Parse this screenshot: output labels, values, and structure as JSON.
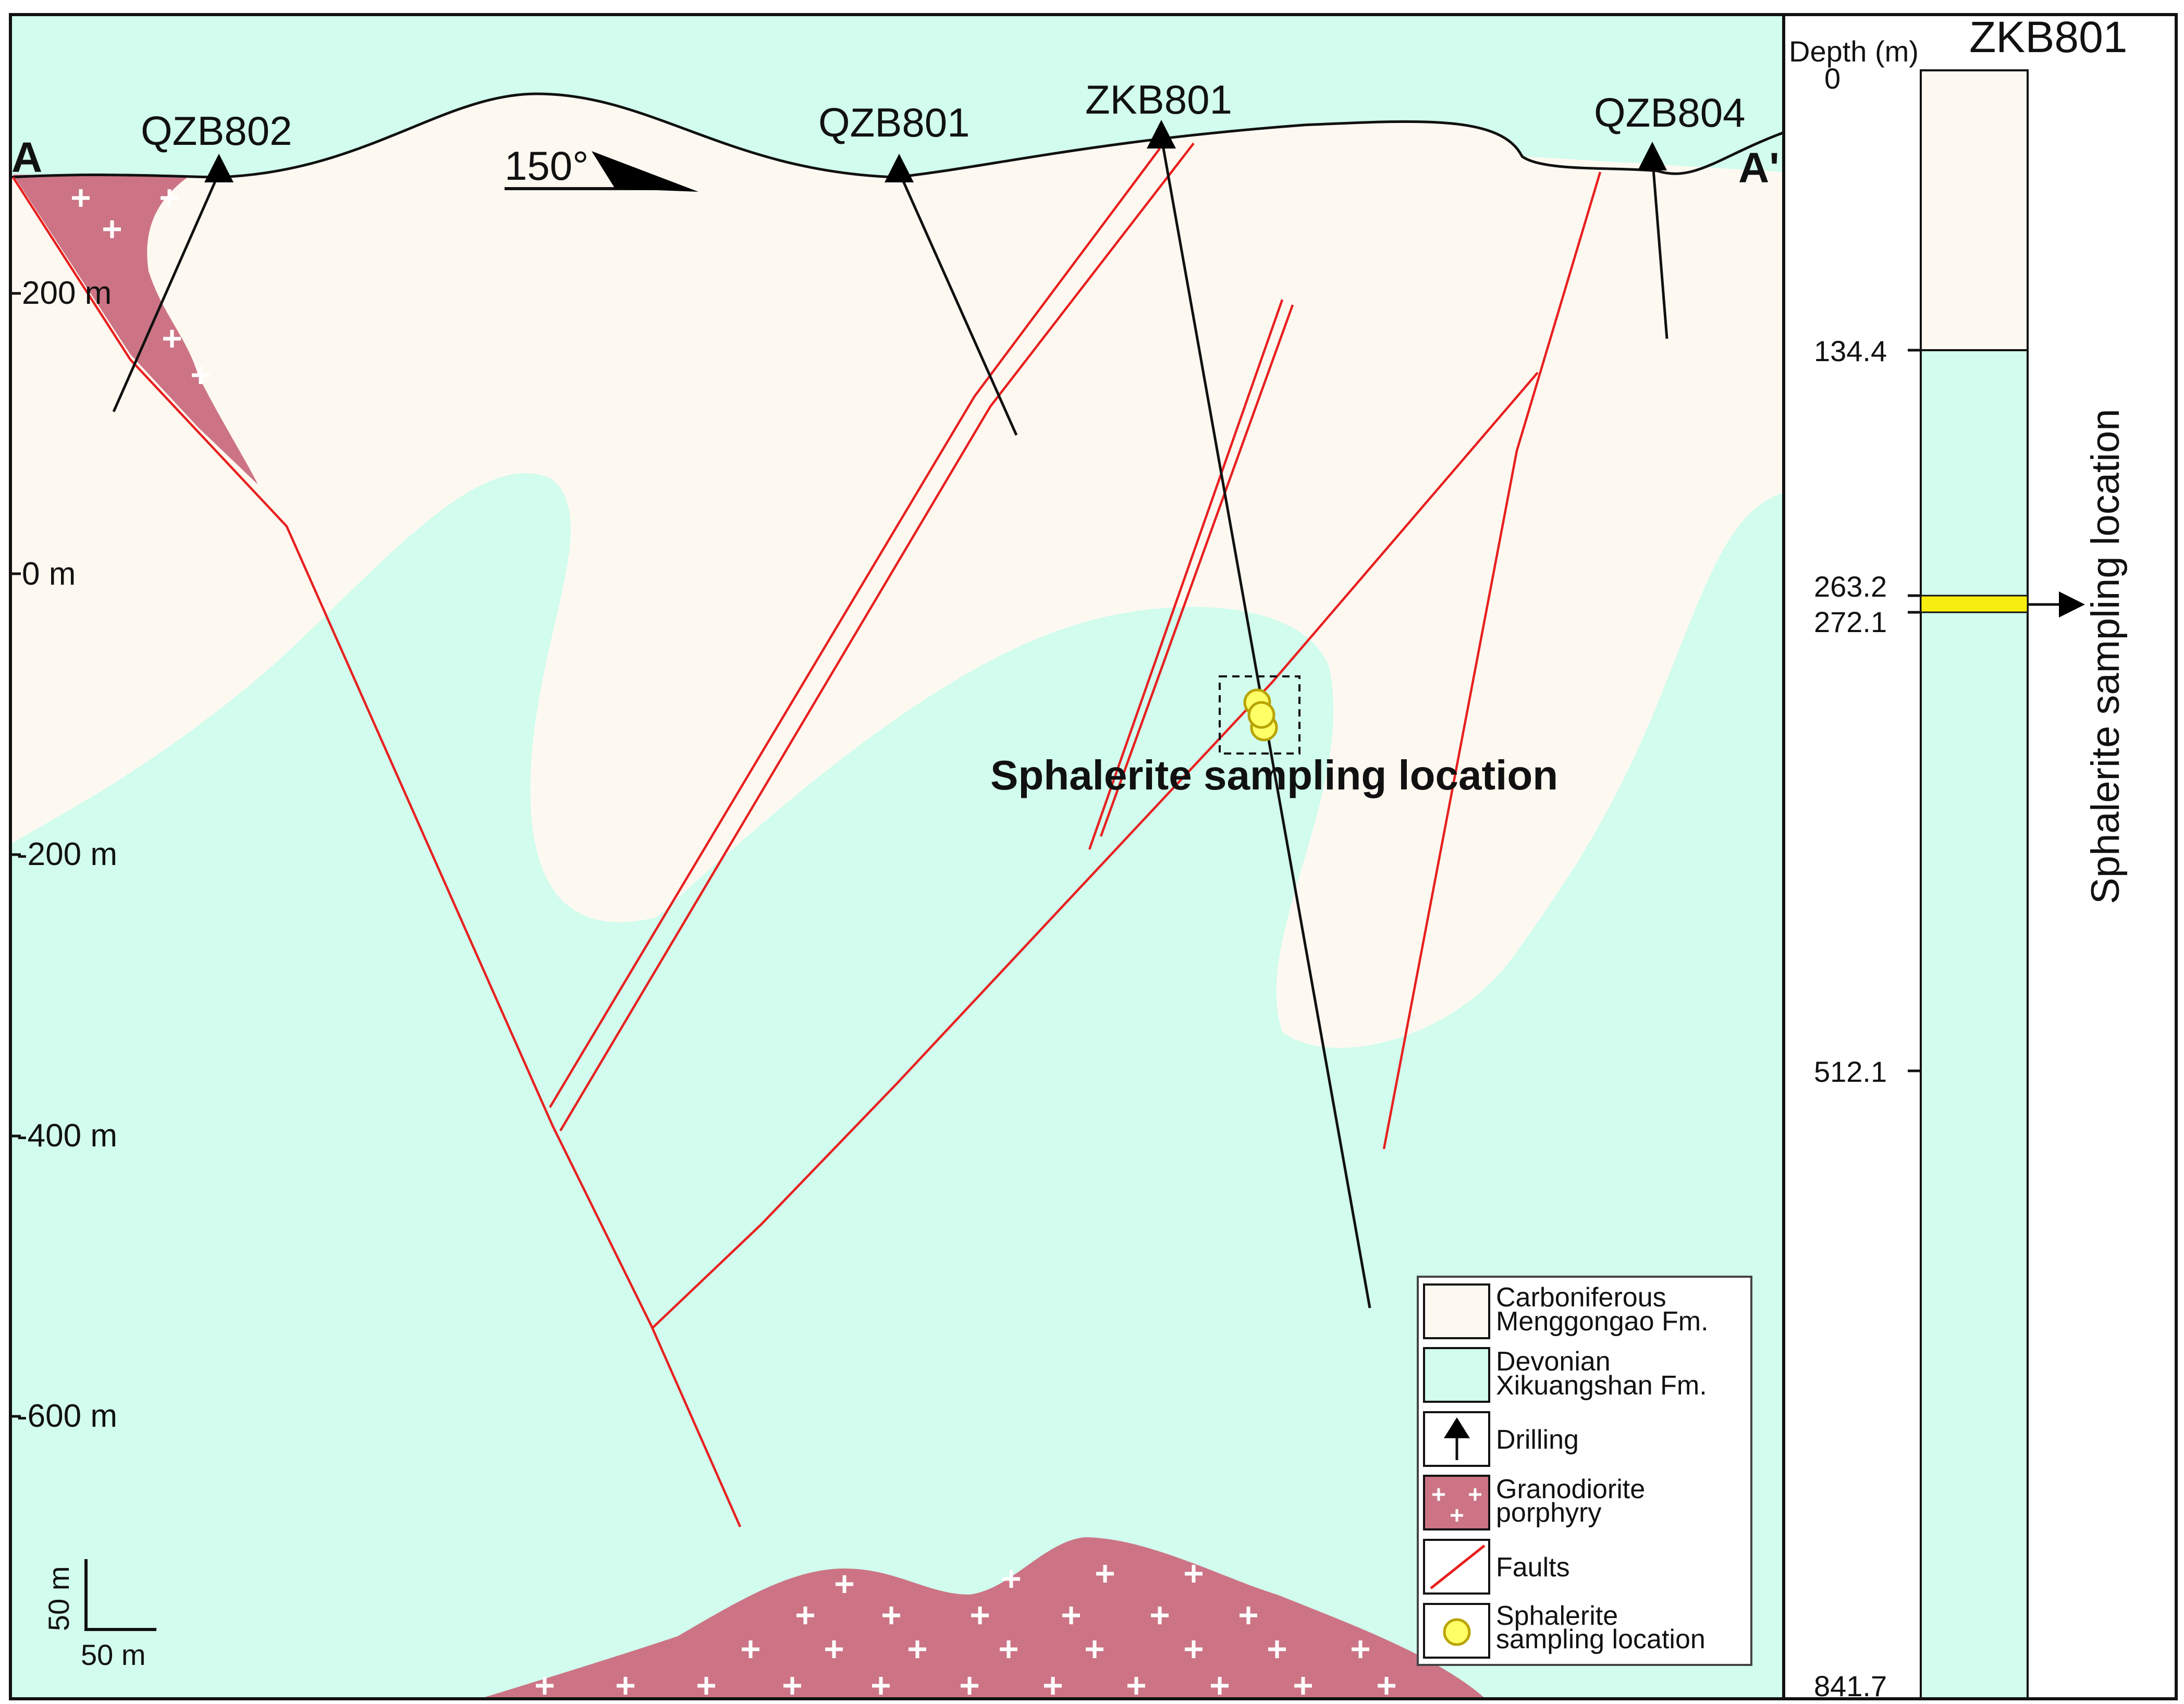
{
  "section": {
    "start_label": "A",
    "end_label": "A'",
    "orientation": "150°",
    "drill_holes": [
      {
        "id": "QZB802"
      },
      {
        "id": "QZB801"
      },
      {
        "id": "ZKB801"
      },
      {
        "id": "QZB804"
      }
    ],
    "elevation_ticks": [
      "200 m",
      "0 m",
      "-200 m",
      "-400 m",
      "-600 m"
    ],
    "sampling_label": "Sphalerite sampling location",
    "scale_bar": {
      "vertical": "50 m",
      "horizontal": "50 m"
    }
  },
  "legend": {
    "items": [
      {
        "lines": [
          "Carboniferous",
          "Menggongao Fm."
        ],
        "icon": "carboniferous-swatch",
        "color": "#fdf9f1"
      },
      {
        "lines": [
          "Devonian",
          "Xikuangshan Fm."
        ],
        "icon": "devonian-swatch",
        "color": "#d1fcee"
      },
      {
        "lines": [
          "Drilling"
        ],
        "icon": "drilling-arrow-icon"
      },
      {
        "lines": [
          "Granodiorite",
          "porphyry"
        ],
        "icon": "granodiorite-swatch",
        "color": "#cc7485"
      },
      {
        "lines": [
          "Faults"
        ],
        "icon": "fault-line-icon",
        "color": "#e8201f"
      },
      {
        "lines": [
          "Sphalerite",
          "sampling location"
        ],
        "icon": "sample-point-icon",
        "color": "#ffff66"
      }
    ]
  },
  "column": {
    "title": "ZKB801",
    "depth_header": "Depth (m)",
    "depths": [
      "0",
      "134.4",
      "263.2",
      "272.1",
      "512.1",
      "841.7"
    ],
    "sampling_label": "Sphalerite sampling location"
  },
  "colors": {
    "carboniferous": "#fdf9f1",
    "devonian": "#d1fcee",
    "granodiorite": "#cc7485",
    "fault": "#e8201f",
    "sample": "#ffff66",
    "sample_band": "#f7ee10"
  }
}
